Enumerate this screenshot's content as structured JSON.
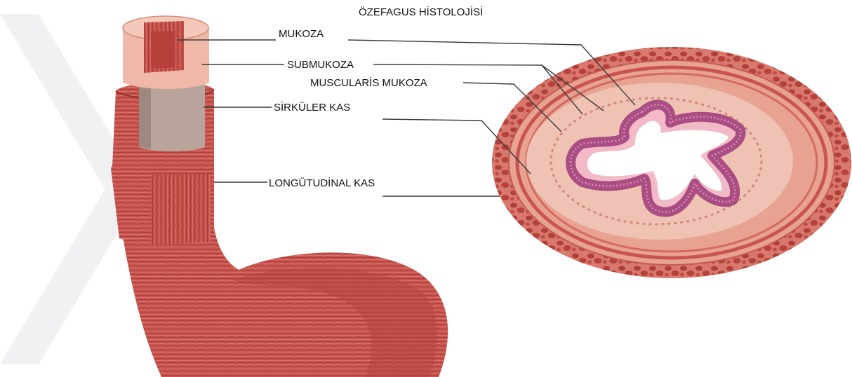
{
  "title": "ÖZEFAGUS HİSTOLOJİSİ",
  "labels": {
    "mukoza": "MUKOZA",
    "submukoza": "SUBMUKOZA",
    "muscularis_mukoza": "MUSCULARİS MUKOZA",
    "sirkuler_kas": "SİRKÜLER KAS",
    "longitudinal_kas": "LONGÜTUDİNAL KAS"
  },
  "colors": {
    "muscle": "#c9544f",
    "muscle_dark": "#a63c38",
    "muscle_light": "#e08a80",
    "submucosa": "#b9a49b",
    "mucosa_purple": "#a94d82",
    "adventitia": "#d27268",
    "lumen": "#ffffff",
    "watermark": "#f1f1f3"
  }
}
